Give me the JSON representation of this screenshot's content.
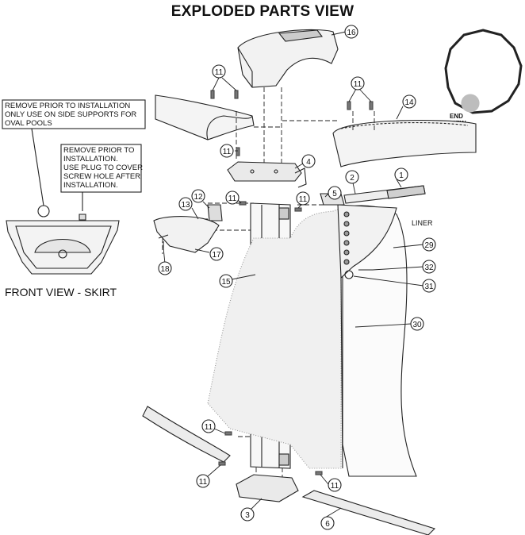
{
  "title": "EXPLODED PARTS VIEW",
  "notes": {
    "note1": [
      "REMOVE PRIOR TO INSTALLATION",
      "ONLY USE ON SIDE SUPPORTS FOR",
      "OVAL POOLS"
    ],
    "note2": [
      "REMOVE PRIOR TO",
      "INSTALLATION.",
      "USE PLUG TO COVER",
      "SCREW HOLE AFTER",
      "INSTALLATION."
    ]
  },
  "front_view_label": "FRONT VIEW - SKIRT",
  "liner_label": "LINER",
  "end_view_label": [
    "END",
    "VIEW"
  ],
  "callouts": [
    {
      "id": "c16",
      "text": "16"
    },
    {
      "id": "c11a",
      "text": "11"
    },
    {
      "id": "c11b",
      "text": "11"
    },
    {
      "id": "c14",
      "text": "14"
    },
    {
      "id": "c11c",
      "text": "11"
    },
    {
      "id": "c4",
      "text": "4"
    },
    {
      "id": "c2",
      "text": "2"
    },
    {
      "id": "c1",
      "text": "1"
    },
    {
      "id": "c12",
      "text": "12"
    },
    {
      "id": "c11d",
      "text": "11"
    },
    {
      "id": "c11e",
      "text": "11"
    },
    {
      "id": "c5",
      "text": "5"
    },
    {
      "id": "c13",
      "text": "13"
    },
    {
      "id": "c29",
      "text": "29"
    },
    {
      "id": "c17",
      "text": "17"
    },
    {
      "id": "c32",
      "text": "32"
    },
    {
      "id": "c18",
      "text": "18"
    },
    {
      "id": "c15",
      "text": "15"
    },
    {
      "id": "c31",
      "text": "31"
    },
    {
      "id": "c30",
      "text": "30"
    },
    {
      "id": "c11f",
      "text": "11"
    },
    {
      "id": "c11g",
      "text": "11"
    },
    {
      "id": "c11h",
      "text": "11"
    },
    {
      "id": "c3",
      "text": "3"
    },
    {
      "id": "c6",
      "text": "6"
    }
  ]
}
